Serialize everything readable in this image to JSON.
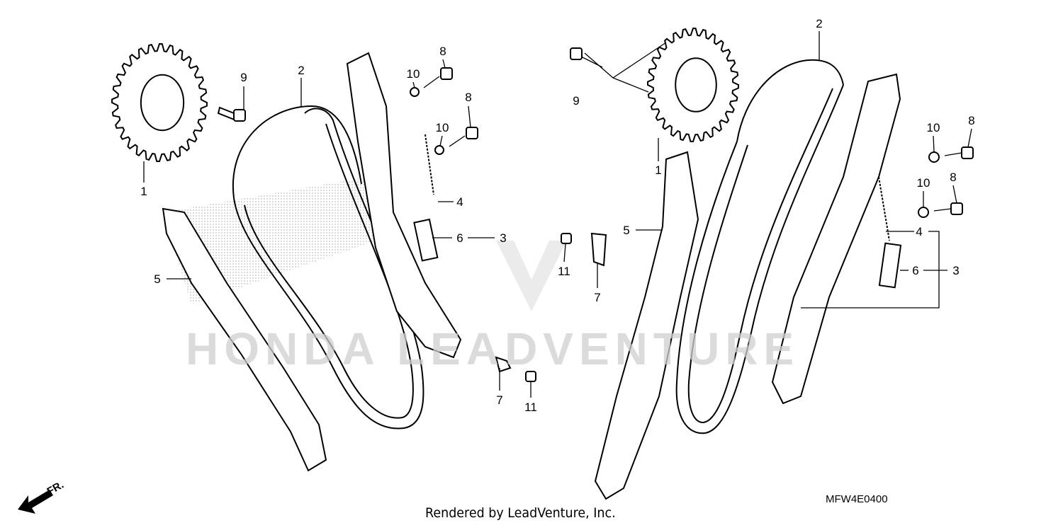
{
  "diagram": {
    "diagram_code": "MFW4E0400",
    "credit": "Rendered by LeadVenture, Inc.",
    "watermark": "HONDA LEADVENTURE",
    "direction_label": "FR.",
    "left_callouts": [
      "1",
      "9",
      "2",
      "10",
      "8",
      "8",
      "10",
      "4",
      "6",
      "3",
      "5",
      "7",
      "11",
      "11",
      "7"
    ],
    "right_callouts": [
      "9",
      "1",
      "2",
      "5",
      "10",
      "8",
      "10",
      "8",
      "4",
      "6",
      "3"
    ]
  }
}
